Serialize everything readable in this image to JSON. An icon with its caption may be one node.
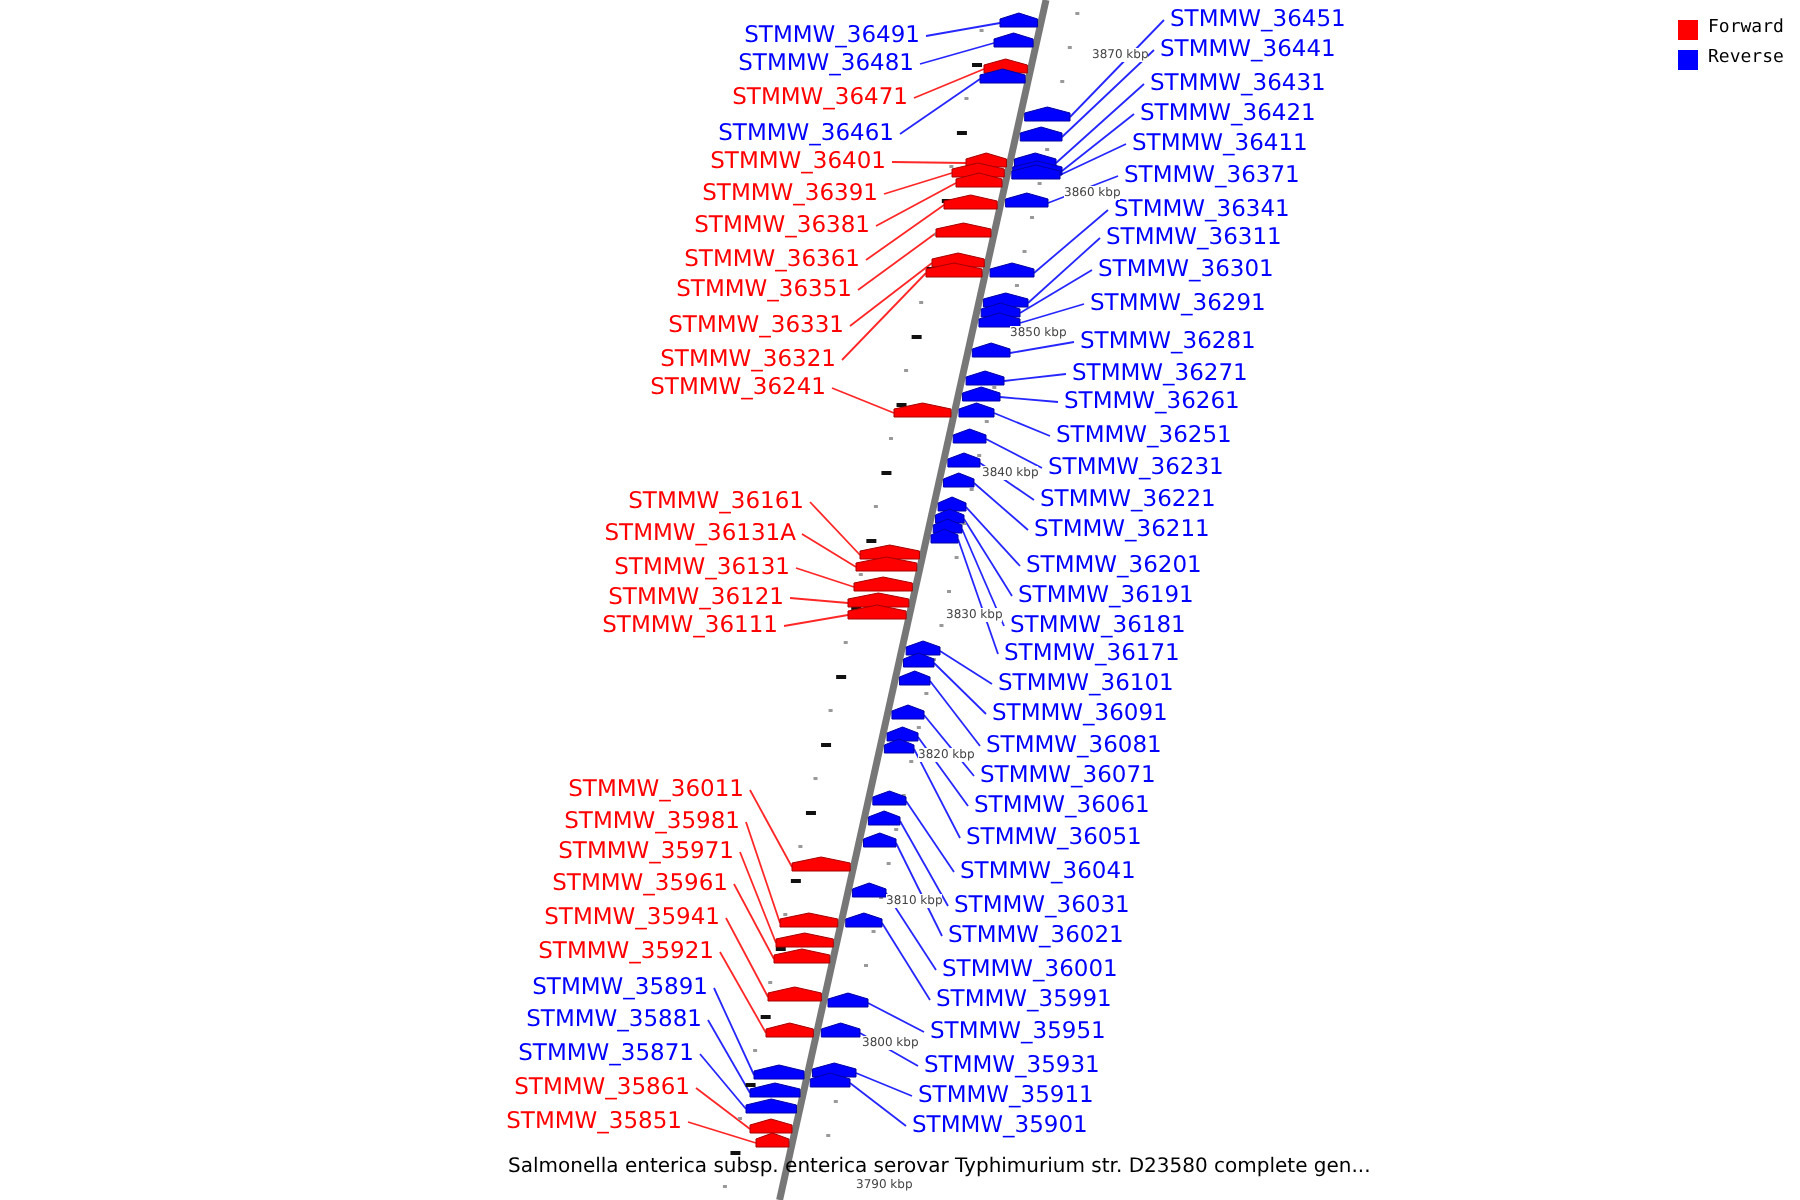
{
  "diagram": {
    "caption": "Salmonella enterica subsp. enterica serovar Typhimurium str. D23580 complete gen...",
    "nodes": [
      {
        "text": [
          "STMMW_36491"
        ]
      },
      {
        "text": [
          "STMMW_36481"
        ]
      },
      {
        "text": [
          "STMMW_36471"
        ]
      },
      {
        "text": [
          "STMMW_36461"
        ]
      },
      {
        "text": [
          "STMMW_36401"
        ]
      },
      {
        "text": [
          "STMMW_36391"
        ]
      },
      {
        "text": [
          "STMMW_36381"
        ]
      },
      {
        "text": [
          "STMMW_36361"
        ]
      },
      {
        "text": [
          "STMMW_36351"
        ]
      },
      {
        "text": [
          "STMMW_36331"
        ]
      },
      {
        "text": [
          "STMMW_36321"
        ]
      },
      {
        "text": [
          "STMMW_36241"
        ]
      },
      {
        "text": [
          "STMMW_36161"
        ]
      },
      {
        "text": [
          "STMMW_36131A"
        ]
      },
      {
        "text": [
          "STMMW_36131"
        ]
      },
      {
        "text": [
          "STMMW_36121"
        ]
      },
      {
        "text": [
          "STMMW_36111"
        ]
      },
      {
        "text": [
          "STMMW_36011"
        ]
      },
      {
        "text": [
          "STMMW_35981"
        ]
      },
      {
        "text": [
          "STMMW_35971"
        ]
      },
      {
        "text": [
          "STMMW_35961"
        ]
      },
      {
        "text": [
          "STMMW_35941"
        ]
      },
      {
        "text": [
          "STMMW_35921"
        ]
      },
      {
        "text": [
          "STMMW_35891"
        ]
      },
      {
        "text": [
          "STMMW_35881"
        ]
      },
      {
        "text": [
          "STMMW_35871"
        ]
      },
      {
        "text": [
          "STMMW_35861"
        ]
      },
      {
        "text": [
          "STMMW_35851"
        ]
      },
      {
        "text": [
          "STMMW_36451"
        ]
      },
      {
        "text": [
          "STMMW_36441"
        ]
      },
      {
        "text": [
          "STMMW_36431"
        ]
      },
      {
        "text": [
          "STMMW_36421"
        ]
      },
      {
        "text": [
          "STMMW_36411"
        ]
      },
      {
        "text": [
          "STMMW_36371"
        ]
      },
      {
        "text": [
          "STMMW_36341"
        ]
      },
      {
        "text": [
          "STMMW_36311"
        ]
      },
      {
        "text": [
          "STMMW_36301"
        ]
      },
      {
        "text": [
          "STMMW_36291"
        ]
      },
      {
        "text": [
          "STMMW_36281"
        ]
      },
      {
        "text": [
          "STMMW_36271"
        ]
      },
      {
        "text": [
          "STMMW_36261"
        ]
      },
      {
        "text": [
          "STMMW_36251"
        ]
      },
      {
        "text": [
          "STMMW_36231"
        ]
      },
      {
        "text": [
          "STMMW_36221"
        ]
      },
      {
        "text": [
          "STMMW_36211"
        ]
      },
      {
        "text": [
          "STMMW_36201"
        ]
      },
      {
        "text": [
          "STMMW_36191"
        ]
      },
      {
        "text": [
          "STMMW_36181"
        ]
      },
      {
        "text": [
          "STMMW_36171"
        ]
      },
      {
        "text": [
          "STMMW_36101"
        ]
      },
      {
        "text": [
          "STMMW_36091"
        ]
      },
      {
        "text": [
          "STMMW_36081"
        ]
      },
      {
        "text": [
          "STMMW_36071"
        ]
      },
      {
        "text": [
          "STMMW_36061"
        ]
      },
      {
        "text": [
          "STMMW_36051"
        ]
      },
      {
        "text": [
          "STMMW_36041"
        ]
      },
      {
        "text": [
          "STMMW_36031"
        ]
      },
      {
        "text": [
          "STMMW_36021"
        ]
      },
      {
        "text": [
          "STMMW_36001"
        ]
      },
      {
        "text": [
          "STMMW_35991"
        ]
      },
      {
        "text": [
          "STMMW_35951"
        ]
      },
      {
        "text": [
          "STMMW_35931"
        ]
      },
      {
        "text": [
          "STMMW_35911"
        ]
      },
      {
        "text": [
          "STMMW_35901"
        ]
      },
      {
        "text": [],
        "shape": "bar"
      },
      {
        "text": [],
        "shape": "bar"
      },
      {
        "text": [],
        "shape": "bar"
      },
      {
        "text": [],
        "shape": "bar"
      },
      {
        "text": [],
        "shape": "bar"
      },
      {
        "text": [],
        "shape": "bar"
      },
      {
        "text": [],
        "shape": "bar"
      },
      {
        "text": [],
        "shape": "bar"
      },
      {
        "text": [],
        "shape": "bar"
      },
      {
        "text": [],
        "shape": "bar"
      },
      {
        "text": [],
        "shape": "bar"
      },
      {
        "text": [],
        "shape": "bar"
      },
      {
        "text": [],
        "shape": "bar"
      },
      {
        "text": [],
        "shape": "bar"
      },
      {
        "text": [],
        "shape": "bar"
      },
      {
        "text": [],
        "shape": "bar"
      },
      {
        "text": [],
        "shape": "bar"
      },
      {
        "text": [],
        "shape": "bar"
      },
      {
        "text": [],
        "shape": "bar"
      },
      {
        "text": [],
        "shape": "bar"
      },
      {
        "text": [],
        "shape": "bar"
      },
      {
        "text": [],
        "shape": "bar"
      },
      {
        "text": [],
        "shape": "bar"
      },
      {
        "text": [],
        "shape": "bar"
      },
      {
        "text": [],
        "shape": "bar"
      },
      {
        "text": [],
        "shape": "bar"
      },
      {
        "text": [],
        "shape": "bar"
      },
      {
        "text": [],
        "shape": "bar"
      },
      {
        "text": [],
        "shape": "bar"
      },
      {
        "text": [],
        "shape": "bar"
      },
      {
        "text": [],
        "shape": "bar"
      },
      {
        "text": [],
        "shape": "bar"
      },
      {
        "text": [],
        "shape": "bar"
      },
      {
        "text": [],
        "shape": "bar"
      },
      {
        "text": [],
        "shape": "bar"
      },
      {
        "text": [],
        "shape": "bar"
      },
      {
        "text": [],
        "shape": "bar"
      },
      {
        "text": [],
        "shape": "bar"
      },
      {
        "text": [],
        "shape": "bar"
      },
      {
        "text": [],
        "shape": "bar"
      },
      {
        "text": [],
        "shape": "bar"
      },
      {
        "text": [],
        "shape": "bar"
      },
      {
        "text": [],
        "shape": "bar"
      },
      {
        "text": [],
        "shape": "bar"
      },
      {
        "text": [],
        "shape": "bar"
      },
      {
        "text": [],
        "shape": "bar"
      },
      {
        "text": [],
        "shape": "bar"
      },
      {
        "text": [],
        "shape": "bar"
      },
      {
        "text": [],
        "shape": "bar"
      },
      {
        "text": [],
        "shape": "bar"
      },
      {
        "text": [],
        "shape": "bar"
      },
      {
        "text": [],
        "shape": "bar"
      },
      {
        "text": [],
        "shape": "bar"
      },
      {
        "text": [],
        "shape": "bar"
      },
      {
        "text": [],
        "shape": "bar"
      },
      {
        "text": [],
        "shape": "bar"
      },
      {
        "text": [],
        "shape": "bar"
      },
      {
        "text": [],
        "shape": "bar"
      },
      {
        "text": [],
        "shape": "bar"
      },
      {
        "text": [],
        "shape": "bar"
      },
      {
        "text": [],
        "shape": "bar"
      },
      {
        "text": [],
        "shape": "bar"
      },
      {
        "text": [],
        "shape": "bar"
      },
      {
        "text": [],
        "shape": "bar"
      }
    ],
    "edges": [
      {
        "from": 0,
        "to": 64,
        "arrow": "none"
      },
      {
        "from": 1,
        "to": 65,
        "arrow": "none"
      },
      {
        "from": 2,
        "to": 66,
        "arrow": "none",
        "color": "#ff0000"
      },
      {
        "from": 3,
        "to": 67,
        "arrow": "none"
      },
      {
        "from": 4,
        "to": 68,
        "arrow": "none",
        "color": "#ff0000"
      },
      {
        "from": 5,
        "to": 69,
        "arrow": "none",
        "color": "#ff0000"
      },
      {
        "from": 6,
        "to": 70,
        "arrow": "none",
        "color": "#ff0000"
      },
      {
        "from": 7,
        "to": 71,
        "arrow": "none",
        "color": "#ff0000"
      },
      {
        "from": 8,
        "to": 72,
        "arrow": "none",
        "color": "#ff0000"
      },
      {
        "from": 9,
        "to": 73,
        "arrow": "none",
        "color": "#ff0000"
      },
      {
        "from": 10,
        "to": 74,
        "arrow": "none",
        "color": "#ff0000"
      },
      {
        "from": 11,
        "to": 75,
        "arrow": "none",
        "color": "#ff0000"
      },
      {
        "from": 12,
        "to": 76,
        "arrow": "none",
        "color": "#ff0000"
      },
      {
        "from": 13,
        "to": 77,
        "arrow": "none",
        "color": "#ff0000"
      },
      {
        "from": 14,
        "to": 78,
        "arrow": "none",
        "color": "#ff0000"
      },
      {
        "from": 15,
        "to": 79,
        "arrow": "none",
        "color": "#ff0000"
      },
      {
        "from": 16,
        "to": 80,
        "arrow": "none",
        "color": "#ff0000"
      },
      {
        "from": 17,
        "to": 81,
        "arrow": "none",
        "color": "#ff0000"
      },
      {
        "from": 18,
        "to": 82,
        "arrow": "none",
        "color": "#ff0000"
      },
      {
        "from": 19,
        "to": 83,
        "arrow": "none",
        "color": "#ff0000"
      },
      {
        "from": 20,
        "to": 84,
        "arrow": "none",
        "color": "#ff0000"
      },
      {
        "from": 21,
        "to": 85,
        "arrow": "none",
        "color": "#ff0000"
      },
      {
        "from": 22,
        "to": 86,
        "arrow": "none",
        "color": "#ff0000"
      },
      {
        "from": 23,
        "to": 87,
        "arrow": "none"
      },
      {
        "from": 24,
        "to": 88,
        "arrow": "none"
      },
      {
        "from": 25,
        "to": 89,
        "arrow": "none"
      },
      {
        "from": 26,
        "to": 90,
        "arrow": "none",
        "color": "#ff0000"
      },
      {
        "from": 27,
        "to": 91,
        "arrow": "none",
        "color": "#ff0000"
      },
      {
        "from": 28,
        "to": 92,
        "arrow": "none"
      },
      {
        "from": 29,
        "to": 93,
        "arrow": "none"
      },
      {
        "from": 30,
        "to": 94,
        "arrow": "none"
      },
      {
        "from": 31,
        "to": 95,
        "arrow": "none"
      },
      {
        "from": 32,
        "to": 96,
        "arrow": "none"
      },
      {
        "from": 33,
        "to": 97,
        "arrow": "none"
      },
      {
        "from": 34,
        "to": 98,
        "arrow": "none"
      },
      {
        "from": 35,
        "to": 99,
        "arrow": "none"
      },
      {
        "from": 36,
        "to": 100,
        "arrow": "none"
      },
      {
        "from": 37,
        "to": 101,
        "arrow": "none"
      },
      {
        "from": 38,
        "to": 102,
        "arrow": "none"
      },
      {
        "from": 39,
        "to": 103,
        "arrow": "none"
      },
      {
        "from": 40,
        "to": 104,
        "arrow": "none"
      },
      {
        "from": 41,
        "to": 105,
        "arrow": "none"
      },
      {
        "from": 42,
        "to": 106,
        "arrow": "none"
      },
      {
        "from": 43,
        "to": 107,
        "arrow": "none"
      },
      {
        "from": 44,
        "to": 108,
        "arrow": "none"
      },
      {
        "from": 45,
        "to": 109,
        "arrow": "none"
      },
      {
        "from": 46,
        "to": 110,
        "arrow": "none"
      },
      {
        "from": 47,
        "to": 111,
        "arrow": "none"
      },
      {
        "from": 48,
        "to": 112,
        "arrow": "none"
      },
      {
        "from": 49,
        "to": 113,
        "arrow": "none"
      },
      {
        "from": 50,
        "to": 114,
        "arrow": "none"
      },
      {
        "from": 51,
        "to": 115,
        "arrow": "none"
      },
      {
        "from": 52,
        "to": 116,
        "arrow": "none"
      },
      {
        "from": 53,
        "to": 117,
        "arrow": "none"
      },
      {
        "from": 54,
        "to": 118,
        "arrow": "none"
      },
      {
        "from": 55,
        "to": 119,
        "arrow": "none"
      },
      {
        "from": 56,
        "to": 120,
        "arrow": "none"
      },
      {
        "from": 57,
        "to": 121,
        "arrow": "none"
      },
      {
        "from": 58,
        "to": 122,
        "arrow": "none"
      },
      {
        "from": 59,
        "to": 123,
        "arrow": "none"
      },
      {
        "from": 60,
        "to": 124,
        "arrow": "none"
      },
      {
        "from": 61,
        "to": 125,
        "arrow": "none"
      },
      {
        "from": 62,
        "to": 126,
        "arrow": "none"
      },
      {
        "from": 63,
        "to": 127,
        "arrow": "none"
      }
    ],
    "labels": [
      "3870 kbp",
      "3860 kbp",
      "3850 kbp",
      "3840 kbp",
      "3830 kbp",
      "3820 kbp",
      "3810 kbp",
      "3800 kbp",
      "3790 kbp"
    ],
    "legend": [
      {
        "text": "Forward",
        "color": "#ff0000"
      },
      {
        "text": "Reverse",
        "color": "#0000ff"
      }
    ]
  }
}
